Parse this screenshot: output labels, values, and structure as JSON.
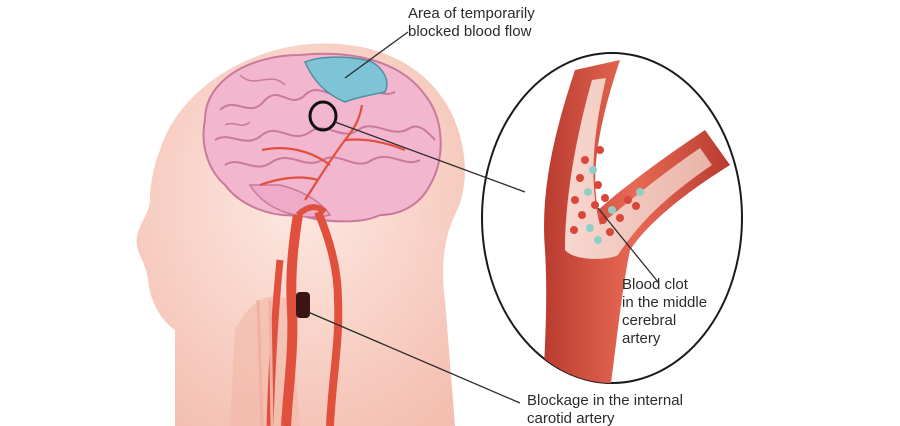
{
  "labels": {
    "blocked_area": "Area of temporarily\nblocked blood flow",
    "blood_clot": "Blood clot\nin the middle\ncerebral\nartery",
    "carotid_blockage": "Blockage in the internal\ncarotid artery"
  },
  "colors": {
    "skin_light": "#fbe3dc",
    "skin_mid": "#f6c9bd",
    "brain": "#f3b6cf",
    "brain_fold": "#c9799a",
    "ischemic_area": "#7fc3d6",
    "artery": "#e0503c",
    "artery_dark": "#a8322a",
    "clot_red": "#d9463a",
    "clot_teal": "#8fcfc6",
    "line": "#2b2b2b"
  }
}
